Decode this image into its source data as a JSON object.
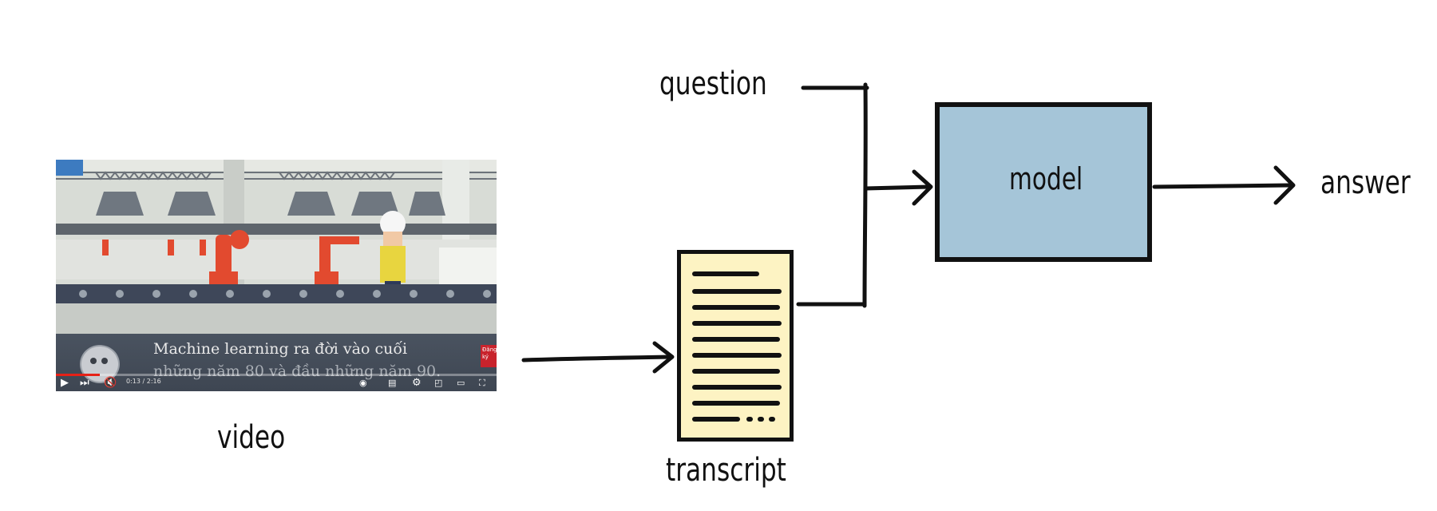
{
  "diagram": {
    "video_label": "video",
    "question_label": "question",
    "transcript_label": "transcript",
    "model_label": "model",
    "answer_label": "answer"
  },
  "video_player": {
    "subtitle_line_1": "Machine learning ra đời vào cuối",
    "subtitle_line_2": "những năm 80 và đầu những năm 90.",
    "time_display": "0:13 / 2:16",
    "badge_text": "Đăng ký",
    "progress_fraction": 0.1,
    "controls": {
      "play_icon": "play-icon",
      "next_icon": "next-icon",
      "volume_icon": "volume-muted-icon",
      "autoplay_icon": "autoplay-toggle-icon",
      "captions_icon": "captions-icon",
      "settings_icon": "gear-icon",
      "miniplayer_icon": "miniplayer-icon",
      "theater_icon": "theater-mode-icon",
      "fullscreen_icon": "fullscreen-icon"
    }
  },
  "colors": {
    "model_fill": "#a5c5d8",
    "transcript_fill": "#fdf3c3",
    "ink": "#111111",
    "progress_red": "#e62117"
  }
}
